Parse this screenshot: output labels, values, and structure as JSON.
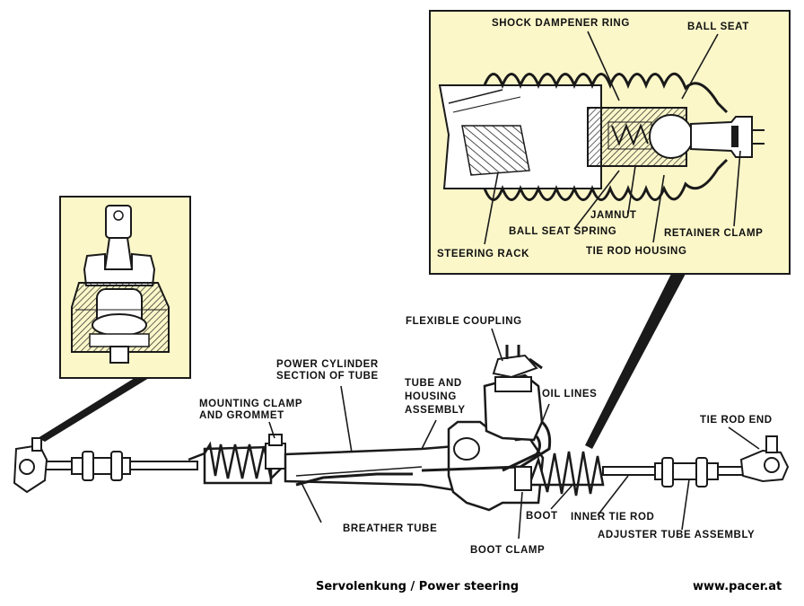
{
  "colors": {
    "inset_background": "#fbf7c9",
    "line": "#1a1a1a",
    "page_background": "#ffffff"
  },
  "detail_inset": {
    "labels": {
      "shock_dampener_ring": "SHOCK DAMPENER RING",
      "ball_seat": "BALL SEAT",
      "jamnut": "JAMNUT",
      "ball_seat_spring": "BALL SEAT SPRING",
      "retainer_clamp": "RETAINER CLAMP",
      "steering_rack": "STEERING RACK",
      "tie_rod_housing": "TIE ROD HOUSING"
    }
  },
  "main_labels": {
    "flexible_coupling": "FLEXIBLE COUPLING",
    "power_cylinder_1": "POWER CYLINDER",
    "power_cylinder_2": "SECTION OF TUBE",
    "mounting_clamp_1": "MOUNTING CLAMP",
    "mounting_clamp_2": "AND GROMMET",
    "tube_housing_1": "TUBE AND",
    "tube_housing_2": "HOUSING",
    "tube_housing_3": "ASSEMBLY",
    "oil_lines": "OIL LINES",
    "tie_rod_end": "TIE ROD END",
    "breather_tube": "BREATHER TUBE",
    "boot": "BOOT",
    "inner_tie_rod": "INNER TIE ROD",
    "boot_clamp": "BOOT CLAMP",
    "adjuster_tube_assembly": "ADJUSTER TUBE ASSEMBLY"
  },
  "footer": {
    "caption": "Servolenkung / Power steering",
    "website": "www.pacer.at"
  }
}
